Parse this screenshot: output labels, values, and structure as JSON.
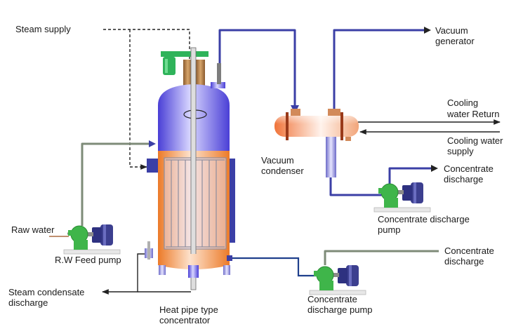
{
  "labels": {
    "steam_supply": "Steam supply",
    "vacuum_generator": [
      "Vacuum",
      "generator"
    ],
    "cooling_water_return": [
      "Cooling",
      "water Return"
    ],
    "cooling_water_supply": [
      "Cooling water",
      "supply"
    ],
    "vacuum_condenser": [
      "Vacuum",
      "condenser"
    ],
    "concentrate_discharge_top": [
      "Concentrate",
      "discharge"
    ],
    "concentrate_discharge_pump_top": [
      "Concentrate discharge",
      "pump"
    ],
    "concentrate_discharge_bottom": [
      "Concentrate",
      "discharge"
    ],
    "raw_water": "Raw water",
    "rw_feed_pump": "R.W Feed pump",
    "steam_condensate_discharge": [
      "Steam condensate",
      "discharge"
    ],
    "heat_pipe_concentrator": [
      "Heat pipe type",
      "concentrator"
    ],
    "concentrate_discharge_pump_bottom": [
      "Concentrate",
      "discharge pump"
    ]
  },
  "colors": {
    "vessel_blue": "#5a4fe0",
    "vessel_orange": "#ee7d2a",
    "pipe_blue": "#3b3fa6",
    "pipe_grey": "#7e8b78",
    "pump_green": "#3fb54a",
    "motor_blue": "#3c3f8f",
    "motor_green": "#2fb35a",
    "condenser_orange": "#f0743a"
  }
}
